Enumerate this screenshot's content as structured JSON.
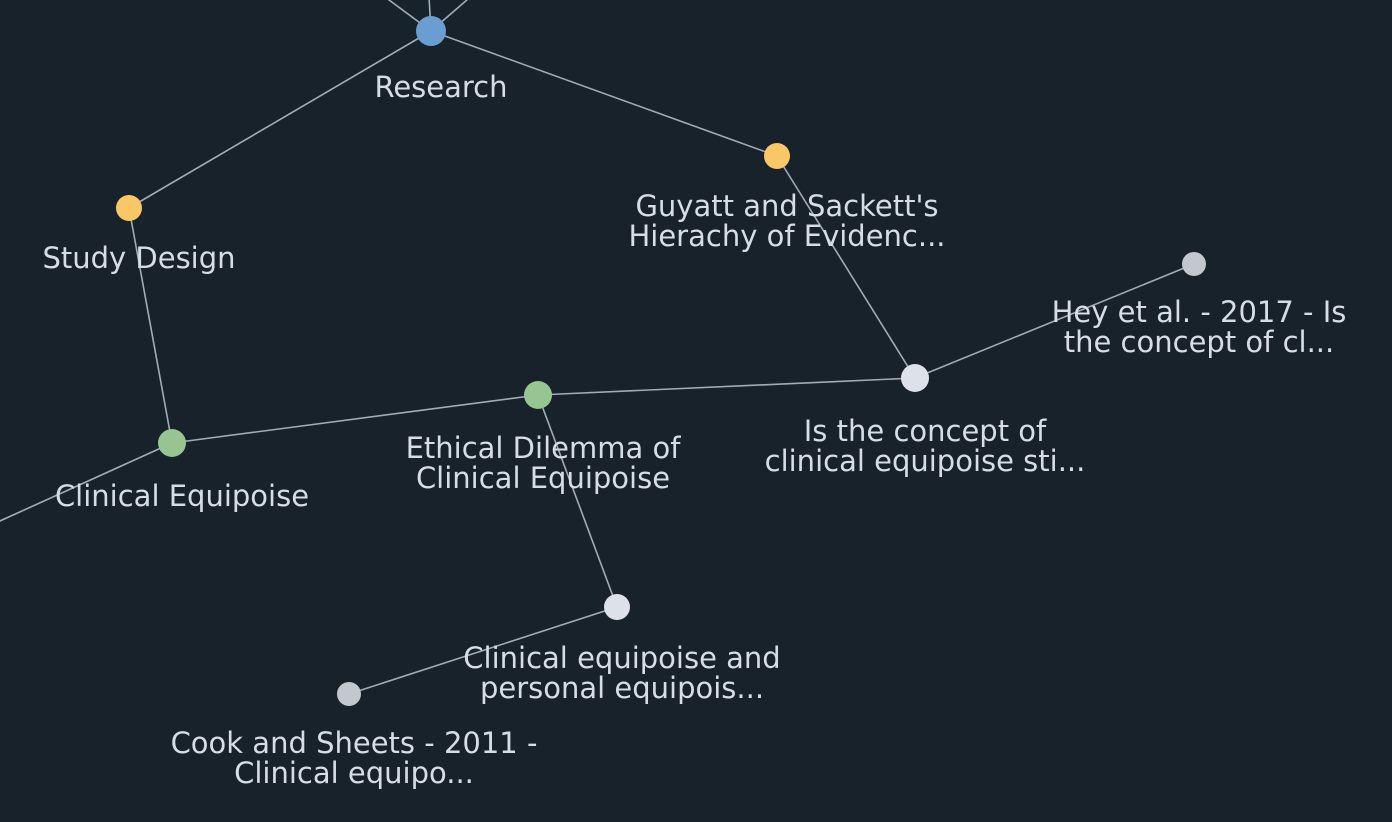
{
  "graph": {
    "background": "#17222b",
    "node_colors": {
      "tag": "#6a9ed0",
      "topic": "#f8c766",
      "concept": "#96c592",
      "note": "#dde1ea",
      "source": "#c3c7ce"
    },
    "nodes": [
      {
        "id": "research",
        "kind": "tag",
        "label_lines": [
          "Research"
        ]
      },
      {
        "id": "study-design",
        "kind": "topic",
        "label_lines": [
          "Study Design"
        ]
      },
      {
        "id": "guyatt",
        "kind": "topic",
        "label_lines": [
          "Guyatt and Sackett's",
          "Hierachy of Evidenc..."
        ]
      },
      {
        "id": "hey-2017",
        "kind": "source",
        "label_lines": [
          "Hey et al. - 2017 - Is",
          "the concept of cl..."
        ]
      },
      {
        "id": "is-concept",
        "kind": "note",
        "label_lines": [
          "Is the concept of",
          "clinical equipoise sti..."
        ]
      },
      {
        "id": "ethical-dilemma",
        "kind": "concept",
        "label_lines": [
          "Ethical Dilemma of",
          "Clinical Equipoise"
        ]
      },
      {
        "id": "clinical-equipoise",
        "kind": "concept",
        "label_lines": [
          "Clinical Equipoise"
        ]
      },
      {
        "id": "personal-equipoise",
        "kind": "note",
        "label_lines": [
          "Clinical equipoise and",
          "personal equipois..."
        ]
      },
      {
        "id": "cook-sheets",
        "kind": "source",
        "label_lines": [
          "Cook and Sheets - 2011 -",
          "Clinical equipo..."
        ]
      }
    ],
    "edges": [
      [
        "research",
        "study-design"
      ],
      [
        "research",
        "guyatt"
      ],
      [
        "guyatt",
        "is-concept"
      ],
      [
        "hey-2017",
        "is-concept"
      ],
      [
        "is-concept",
        "ethical-dilemma"
      ],
      [
        "ethical-dilemma",
        "clinical-equipoise"
      ],
      [
        "study-design",
        "clinical-equipoise"
      ],
      [
        "ethical-dilemma",
        "personal-equipoise"
      ],
      [
        "personal-equipoise",
        "cook-sheets"
      ]
    ]
  }
}
